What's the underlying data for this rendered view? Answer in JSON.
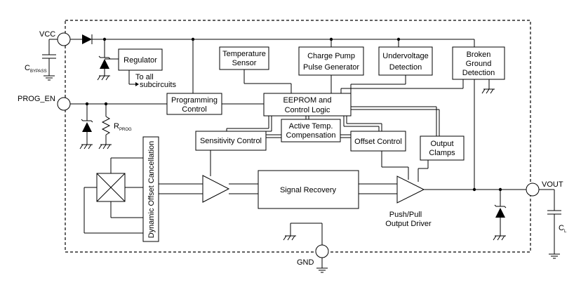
{
  "pins": {
    "vcc": "VCC",
    "prog_en": "PROG_EN",
    "gnd": "GND",
    "vout": "VOUT"
  },
  "external": {
    "c_bypass": "C",
    "c_bypass_sub": "BYPASS",
    "r_prog": "R",
    "r_prog_sub": "PROG",
    "c_load": "C",
    "c_load_sub": "L"
  },
  "blocks": {
    "regulator": "Regulator",
    "to_all": "To all",
    "subcircuits": "subcircuits",
    "temp_sensor_1": "Temperature",
    "temp_sensor_2": "Sensor",
    "charge_pump_1": "Charge Pump",
    "charge_pump_2": "Pulse Generator",
    "undervoltage_1": "Undervoltage",
    "undervoltage_2": "Detection",
    "broken_ground_1": "Broken",
    "broken_ground_2": "Ground",
    "broken_ground_3": "Detection",
    "programming_1": "Programming",
    "programming_2": "Control",
    "eeprom_1": "EEPROM and",
    "eeprom_2": "Control Logic",
    "active_temp_1": "Active Temp.",
    "active_temp_2": "Compensation",
    "sensitivity": "Sensitivity Control",
    "offset": "Offset Control",
    "output_clamps_1": "Output",
    "output_clamps_2": "Clamps",
    "dynamic_offset": "Dynamic Offset Cancellation",
    "signal_recovery": "Signal Recovery",
    "push_pull_1": "Push/Pull",
    "push_pull_2": "Output Driver"
  }
}
